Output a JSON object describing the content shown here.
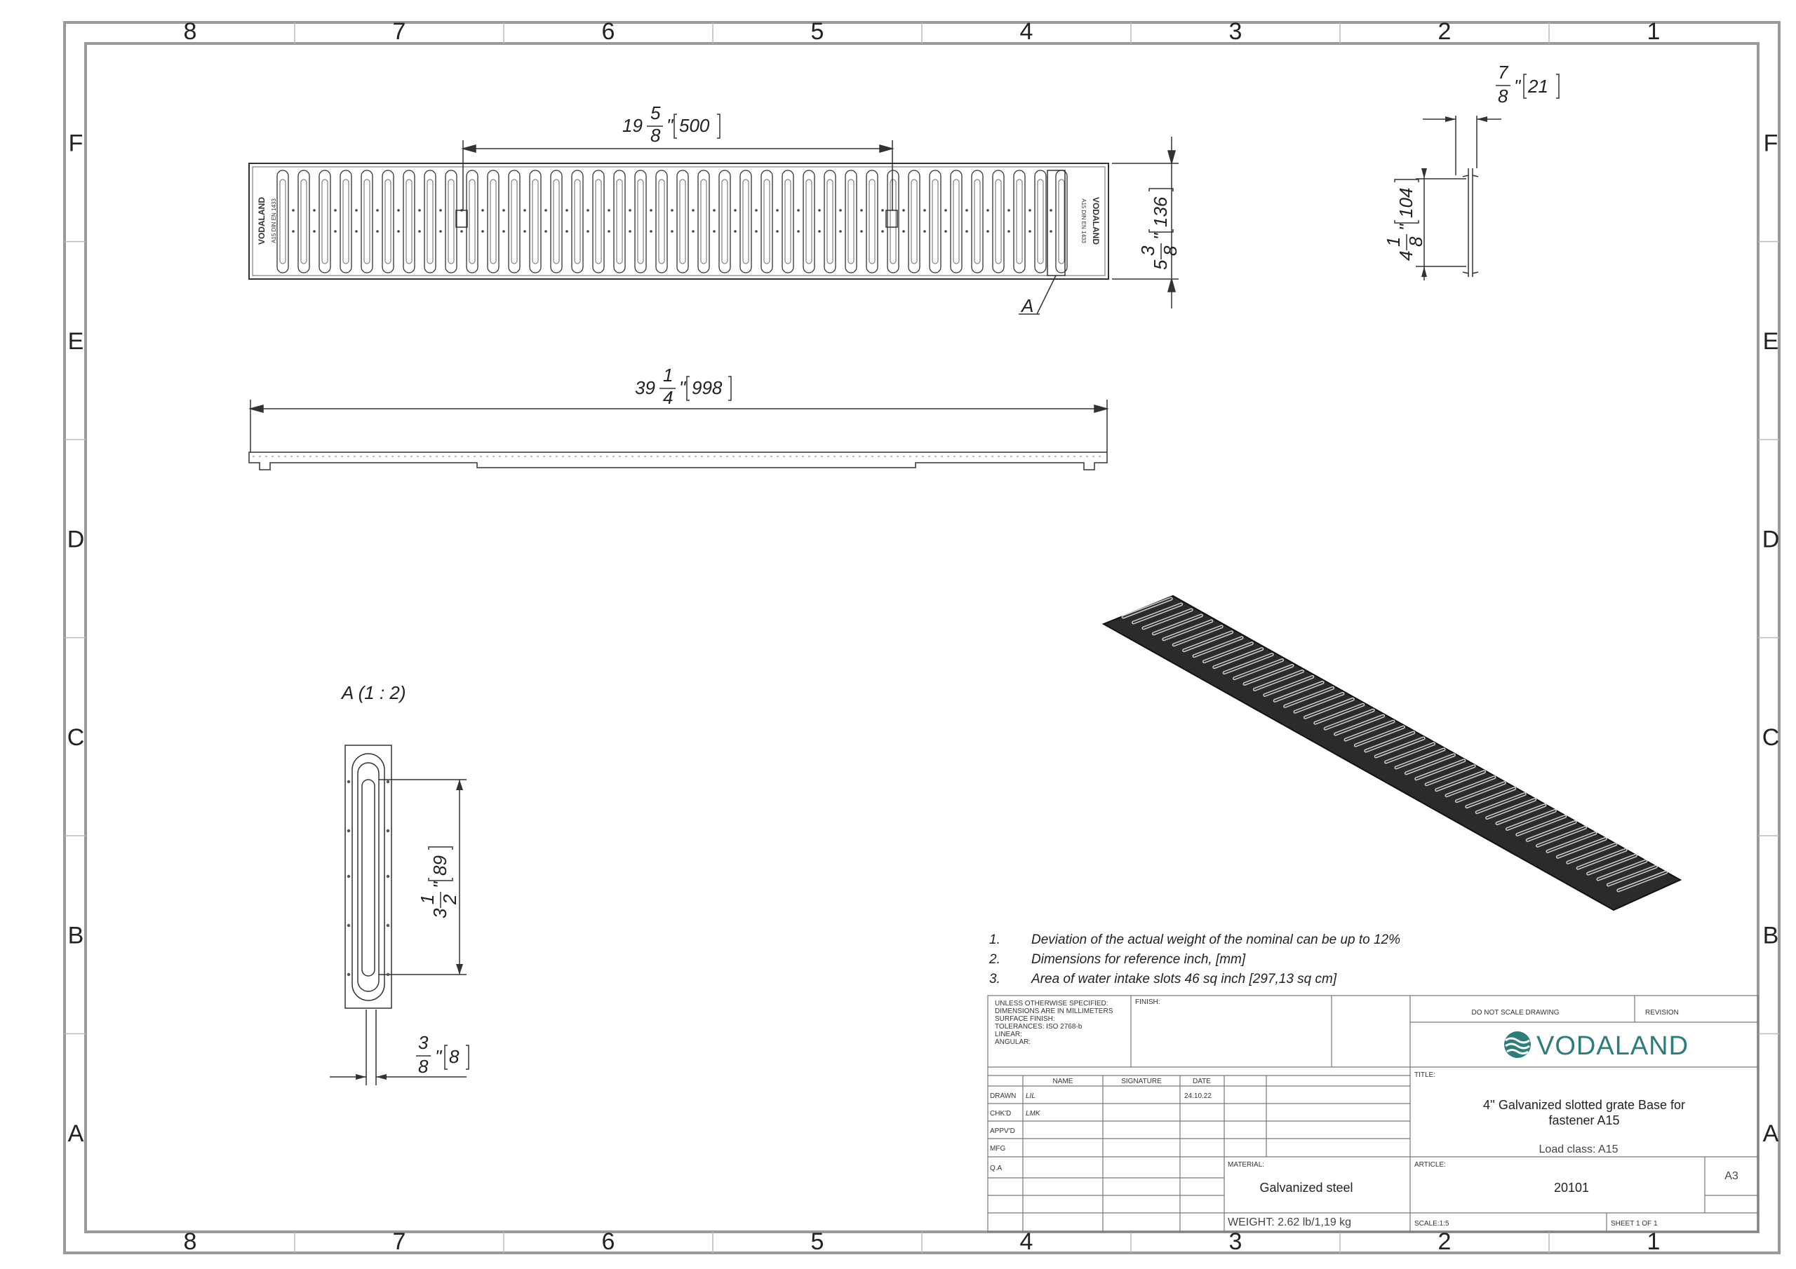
{
  "border": {
    "columns": [
      "8",
      "7",
      "6",
      "5",
      "4",
      "3",
      "2",
      "1"
    ],
    "rows": [
      "F",
      "E",
      "D",
      "C",
      "B",
      "A"
    ]
  },
  "dimensions": {
    "half_length": {
      "whole": "19",
      "num": "5",
      "den": "8",
      "mm": "500"
    },
    "width": {
      "whole": "5",
      "num": "3",
      "den": "8",
      "mm": "136"
    },
    "total_length": {
      "whole": "39",
      "num": "1",
      "den": "4",
      "mm": "998"
    },
    "thickness": {
      "whole": "",
      "num": "7",
      "den": "8",
      "mm": "21"
    },
    "leg_height": {
      "whole": "4",
      "num": "1",
      "den": "8",
      "mm": "104"
    },
    "slot_length": {
      "whole": "3",
      "num": "1",
      "den": "2",
      "mm": "89"
    },
    "slot_width": {
      "whole": "",
      "num": "3",
      "den": "8",
      "mm": "8"
    }
  },
  "detail": {
    "callout": "A",
    "title": "A (1 : 2)"
  },
  "grate": {
    "logo_text": "VODALAND",
    "stamp_text": "A15 DIN EN 1433"
  },
  "notes": [
    {
      "num": "1.",
      "text": "Deviation of the actual weight of the nominal can be up to 12%"
    },
    {
      "num": "2.",
      "text": "Dimensions for reference inch, [mm]"
    },
    {
      "num": "3.",
      "text": "Area of water intake slots 46 sq inch [297,13 sq cm]"
    }
  ],
  "title_block": {
    "spec_lines": [
      "UNLESS OTHERWISE SPECIFIED:",
      "DIMENSIONS ARE IN MILLIMETERS",
      "SURFACE FINISH:",
      "TOLERANCES: ISO 2768-b",
      "   LINEAR:",
      "   ANGULAR:"
    ],
    "finish_label": "FINISH:",
    "do_not_scale": "DO NOT SCALE DRAWING",
    "revision_label": "REVISION",
    "brand": "VODALAND",
    "headers": {
      "name": "NAME",
      "signature": "SIGNATURE",
      "date": "DATE"
    },
    "rows": [
      {
        "role": "DRAWN",
        "name": "LIL",
        "date": "24.10.22"
      },
      {
        "role": "CHK'D",
        "name": "LMK",
        "date": ""
      },
      {
        "role": "APPV'D",
        "name": "",
        "date": ""
      },
      {
        "role": "MFG",
        "name": "",
        "date": ""
      },
      {
        "role": "Q.A",
        "name": "",
        "date": ""
      }
    ],
    "title_label": "TITLE:",
    "title_line1": "4'' Galvanized slotted grate Base for",
    "title_line2": "fastener A15",
    "load_class": "Load class: A15",
    "material_label": "MATERIAL:",
    "material": "Galvanized steel",
    "article_label": "ARTICLE:",
    "article": "20101",
    "size": "A3",
    "weight": "WEIGHT: 2.62 lb/1,19 kg",
    "scale": "SCALE:1:5",
    "sheet": "SHEET 1 OF 1"
  },
  "colors": {
    "line": "#333333",
    "frame": "#9a9a9a",
    "brand": "#2d7d7b",
    "grate_dark": "#2b2b2b"
  }
}
